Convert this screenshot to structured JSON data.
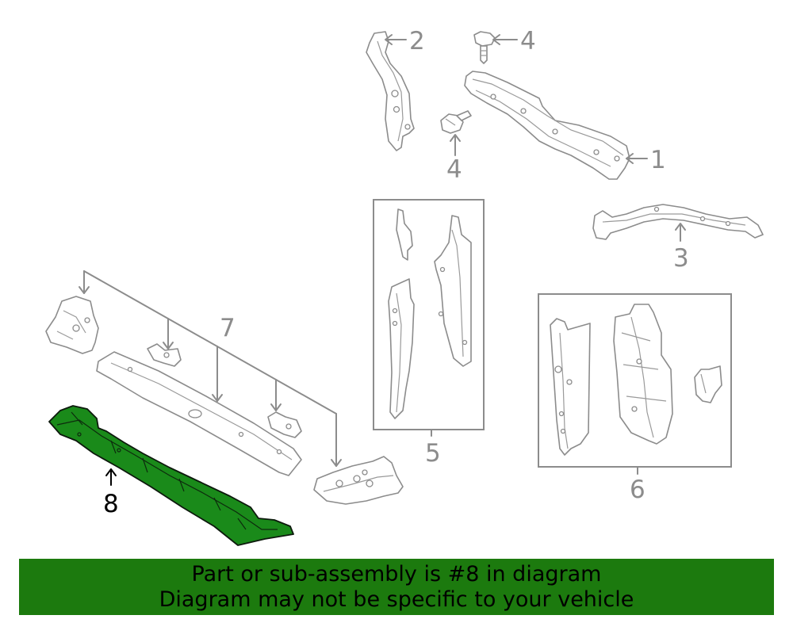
{
  "callouts": {
    "c1": "1",
    "c2": "2",
    "c3": "3",
    "c4a": "4",
    "c4b": "4",
    "c5": "5",
    "c6": "6",
    "c7": "7",
    "c8": "8"
  },
  "banner": {
    "line1": "Part or sub-assembly is #8 in diagram",
    "line2": "Diagram may not be specific to your vehicle"
  },
  "colors": {
    "highlight_part": "#1a8a1a",
    "banner_bg": "#1c7a0e",
    "line_gray": "#8c8c8c"
  }
}
